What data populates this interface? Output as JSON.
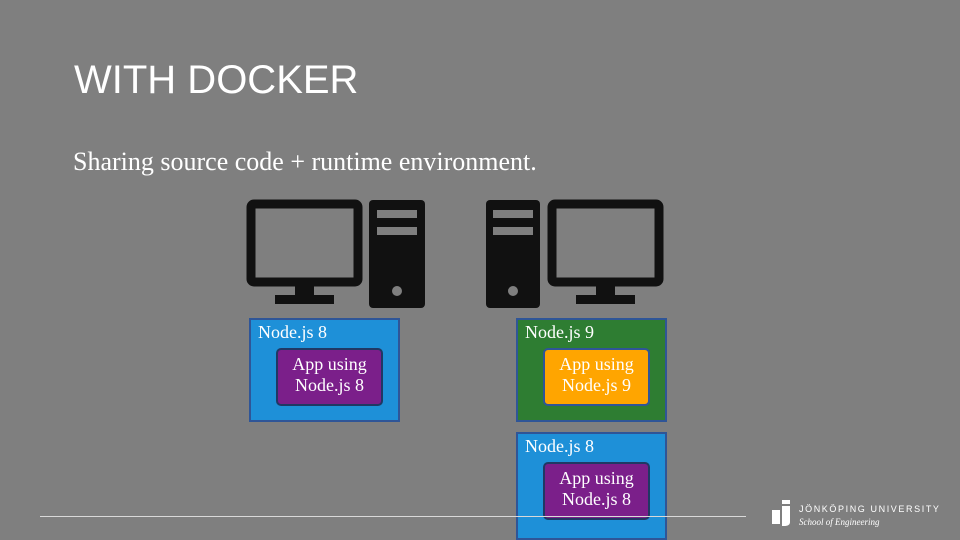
{
  "slide": {
    "title": "WITH DOCKER",
    "subtitle": "Sharing source code + runtime environment."
  },
  "colors": {
    "background": "#7f7f7f",
    "env_blue": "#1e90d8",
    "env_green": "#2e7d32",
    "app_purple": "#7b1f8a",
    "app_orange": "#ffa500",
    "computer_black": "#111111"
  },
  "computers": [
    {
      "icon": "desktop-computer-icon"
    },
    {
      "icon": "desktop-computer-icon"
    }
  ],
  "containers": [
    {
      "env_label": "Node.js 8",
      "app_line1": "App using",
      "app_line2": "Node.js 8"
    },
    {
      "env_label": "Node.js 9",
      "app_line1": "App using",
      "app_line2": "Node.js 9"
    },
    {
      "env_label": "Node.js 8",
      "app_line1": "App using",
      "app_line2": "Node.js 8"
    }
  ],
  "footer": {
    "university": "JÖNKÖPING UNIVERSITY",
    "school": "School of Engineering"
  }
}
